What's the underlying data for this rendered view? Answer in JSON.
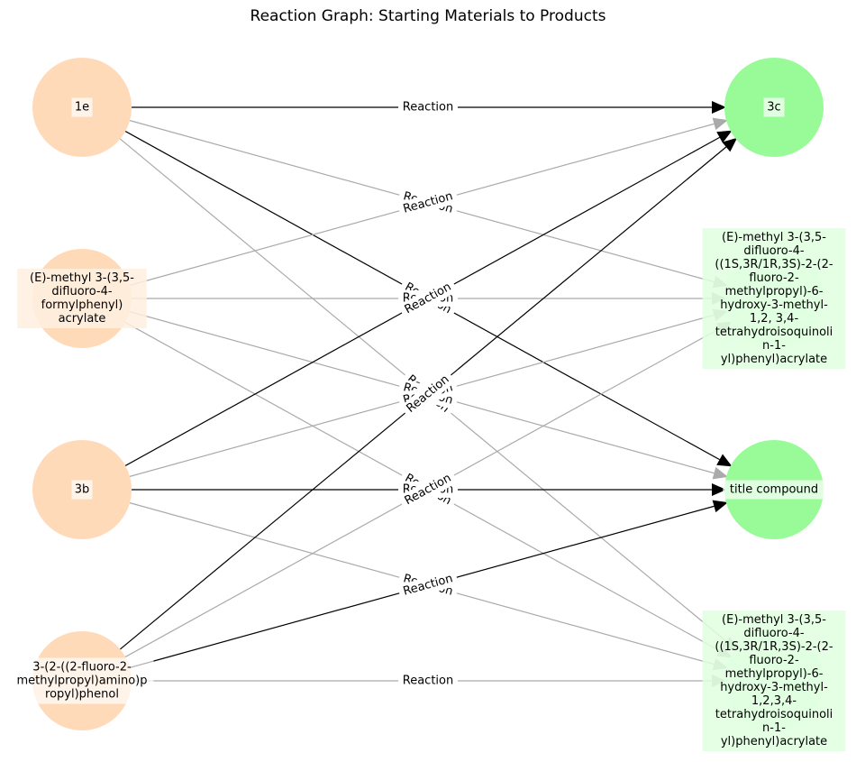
{
  "title": "Reaction Graph: Starting Materials to Products",
  "edge_label": "Reaction",
  "colors": {
    "reactant": "#ffdab9",
    "reactant_pale": "#fff0e1",
    "product": "#98fb98",
    "product_pale": "#e0ffe0",
    "edge": "#000000",
    "edge_faded": "#aaaaaa"
  },
  "reactants": [
    {
      "id": "r1",
      "label": "1e",
      "pale": false
    },
    {
      "id": "r2",
      "label": "(E)-methyl 3-(3,5-\ndifluoro-4-\nformylphenyl)\nacrylate",
      "pale": true
    },
    {
      "id": "r3",
      "label": "3b",
      "pale": false
    },
    {
      "id": "r4",
      "label": "3-(2-((2-fluoro-2-\nmethylpropyl)amino)p\nropyl)phenol",
      "pale": false
    }
  ],
  "products": [
    {
      "id": "p1",
      "label": "3c",
      "pale": false
    },
    {
      "id": "p2",
      "label": "(E)-methyl 3-(3,5-\ndifluoro-4-\n((1S,3R/1R,3S)-2-(2-\nfluoro-2-\nmethylpropyl)-6-\nhydroxy-3-methyl-\n1,2, 3,4-\ntetrahydroisoquinoli\nn-1-\nyl)phenyl)acrylate",
      "pale": true
    },
    {
      "id": "p3",
      "label": "title compound",
      "pale": false
    },
    {
      "id": "p4",
      "label": "(E)-methyl 3-(3,5-\ndifluoro-4-\n((1S,3R/1R,3S)-2-(2-\nfluoro-2-\nmethylpropyl)-6-\nhydroxy-3-methyl-\n1,2,3,4-\ntetrahydroisoquinoli\nn-1-\nyl)phenyl)acrylate",
      "pale": true
    }
  ]
}
